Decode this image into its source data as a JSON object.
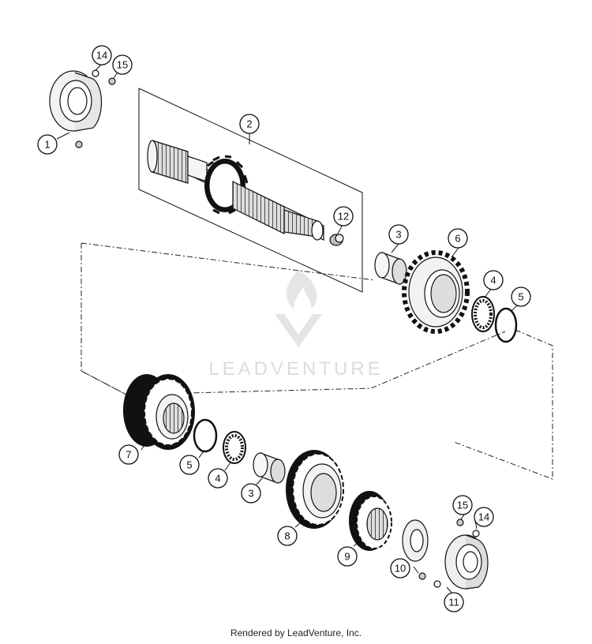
{
  "diagram": {
    "callouts": [
      "1",
      "2",
      "3",
      "4",
      "5",
      "6",
      "7",
      "8",
      "9",
      "10",
      "11",
      "12",
      "14",
      "15"
    ],
    "watermark": "LEADVENTURE"
  },
  "footer": {
    "credit": "Rendered by LeadVenture, Inc."
  }
}
